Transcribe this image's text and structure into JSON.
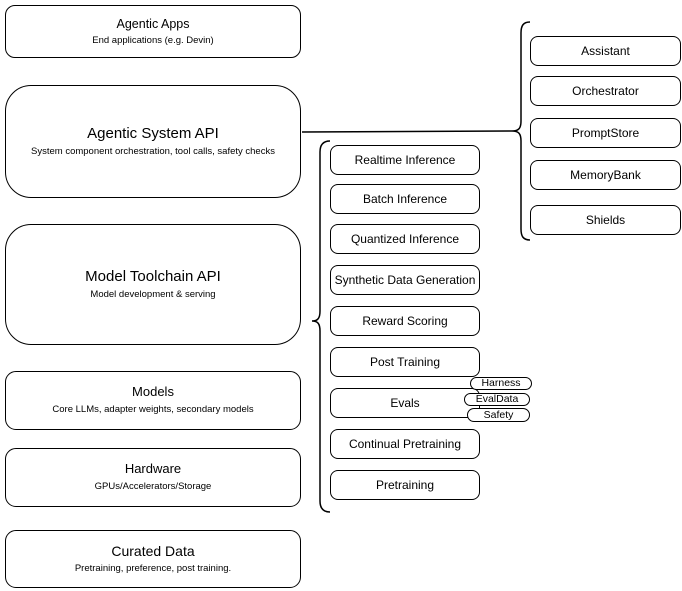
{
  "diagram": {
    "stack": [
      {
        "title": "Agentic Apps",
        "subtitle": "End applications (e.g. Devin)"
      },
      {
        "title": "Agentic System API",
        "subtitle": "System component orchestration, tool calls, safety checks"
      },
      {
        "title": "Model Toolchain API",
        "subtitle": "Model development & serving"
      },
      {
        "title": "Models",
        "subtitle": "Core LLMs, adapter weights, secondary models"
      },
      {
        "title": "Hardware",
        "subtitle": "GPUs/Accelerators/Storage"
      },
      {
        "title": "Curated Data",
        "subtitle": "Pretraining, preference, post training."
      }
    ],
    "toolchain_components": [
      "Realtime Inference",
      "Batch Inference",
      "Quantized Inference",
      "Synthetic Data Generation",
      "Reward Scoring",
      "Post Training",
      "Evals",
      "Continual Pretraining",
      "Pretraining"
    ],
    "evals_tags": [
      "Harness",
      "EvalData",
      "Safety"
    ],
    "system_components": [
      "Assistant",
      "Orchestrator",
      "PromptStore",
      "MemoryBank",
      "Shields"
    ],
    "colors": {
      "stroke": "#000000",
      "fill": "#ffffff",
      "background": "#ffffff"
    }
  }
}
